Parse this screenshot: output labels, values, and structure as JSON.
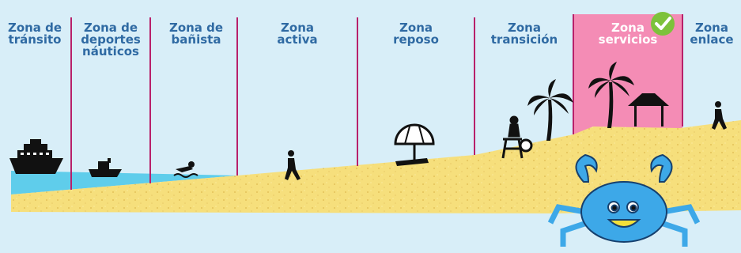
{
  "colors": {
    "background": "#d8eef8",
    "label_text": "#2f6aa3",
    "divider": "#b8206a",
    "highlight_zone": "#f48cb5",
    "sand": "#f6df7c",
    "water": "#5fcdeb",
    "check": "#7dc23b",
    "crab": "#3da8e8"
  },
  "zones": [
    {
      "id": "transito",
      "label": "Zona de\ntránsito"
    },
    {
      "id": "deportes",
      "label": "Zona de\ndeportes\nnáuticos"
    },
    {
      "id": "banista",
      "label": "Zona de\nbañista"
    },
    {
      "id": "activa",
      "label": "Zona\nactiva"
    },
    {
      "id": "reposo",
      "label": "Zona\nreposo"
    },
    {
      "id": "transicion",
      "label": "Zona\ntransición"
    },
    {
      "id": "servicios",
      "label": "Zona\nservicios",
      "highlighted": true,
      "status": "check-icon"
    },
    {
      "id": "enlace",
      "label": "Zona\nenlace"
    }
  ],
  "icons": [
    "ship-icon",
    "jet-ski-icon",
    "swimmer-icon",
    "walking-person-icon",
    "beach-umbrella-icon",
    "lifeguard-tower-icon",
    "palm-tree-icon",
    "beach-hut-icon",
    "check-icon",
    "crab-mascot-icon"
  ]
}
